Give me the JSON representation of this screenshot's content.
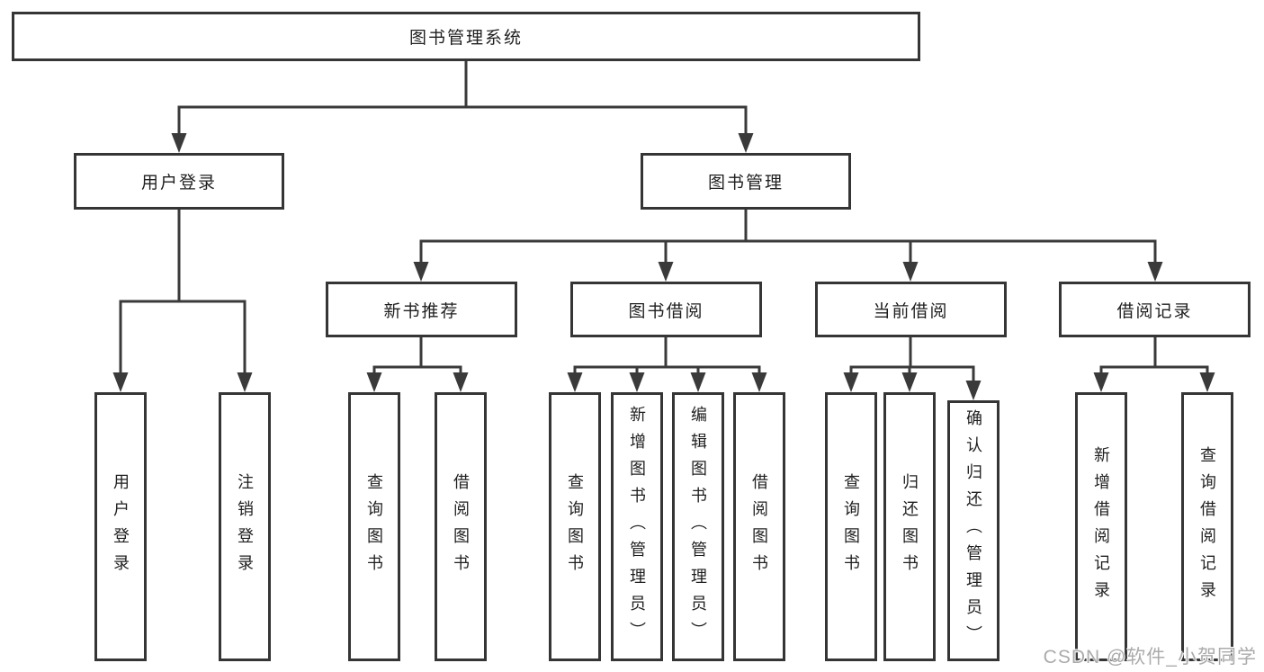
{
  "tree": {
    "root": {
      "label": "图书管理系统"
    },
    "level2": [
      {
        "label": "用户登录",
        "children": [
          {
            "label": "用户登录"
          },
          {
            "label": "注销登录"
          }
        ]
      },
      {
        "label": "图书管理",
        "children": [
          {
            "label": "新书推荐",
            "children": [
              {
                "label": "查询图书"
              },
              {
                "label": "借阅图书"
              }
            ]
          },
          {
            "label": "图书借阅",
            "children": [
              {
                "label": "查询图书"
              },
              {
                "label": "新增图书（管理员）"
              },
              {
                "label": "编辑图书（管理员）"
              },
              {
                "label": "借阅图书"
              }
            ]
          },
          {
            "label": "当前借阅",
            "children": [
              {
                "label": "查询图书"
              },
              {
                "label": "归还图书"
              },
              {
                "label": "确认归还（管理员）"
              }
            ]
          },
          {
            "label": "借阅记录",
            "children": [
              {
                "label": "新增借阅记录"
              },
              {
                "label": "查询借阅记录"
              }
            ]
          }
        ]
      }
    ]
  },
  "watermark": {
    "text": "CSDN @软件_小贺同学"
  },
  "colors": {
    "line": "#3a3a3a",
    "box_border": "#353535",
    "text": "#1f1f1f",
    "watermark": "#ababab",
    "background": "#ffffff"
  }
}
